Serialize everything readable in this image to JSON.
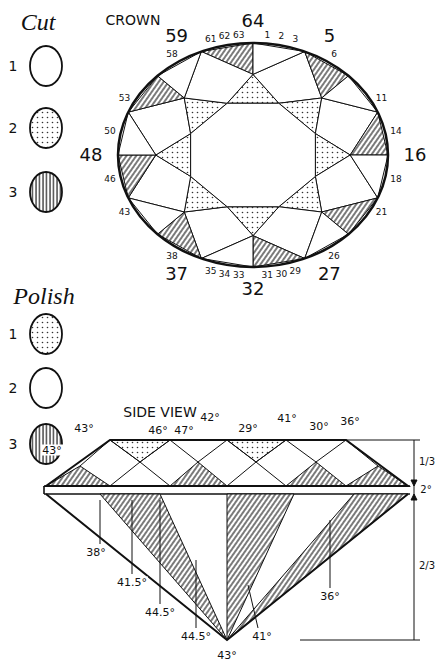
{
  "diagram": {
    "labels": [
      "Cut",
      "CROWN",
      "64",
      "1",
      "2",
      "3",
      "5",
      "6",
      "11",
      "14",
      "16",
      "18",
      "21",
      "26",
      "27",
      "29",
      "30",
      "31",
      "32",
      "33",
      "34",
      "35",
      "37",
      "38",
      "43",
      "46",
      "48",
      "50",
      "53",
      "58",
      "59",
      "61",
      "62",
      "63",
      "Polish",
      "SIDE VIEW",
      "43°",
      "43°",
      "46°",
      "47°",
      "42°",
      "29°",
      "41°",
      "30°",
      "36°",
      "1/3",
      "2°",
      "2/3",
      "38°",
      "41.5°",
      "44.5°",
      "44.5°",
      "41°",
      "36°",
      "43°"
    ],
    "legend": [
      {
        "text": "1",
        "color": "#ffffff"
      },
      {
        "text": "2"
      },
      {
        "text": "3"
      },
      {
        "text": "1"
      },
      {
        "text": "2",
        "color": "#ffffff"
      },
      {
        "text": "3"
      }
    ]
  }
}
